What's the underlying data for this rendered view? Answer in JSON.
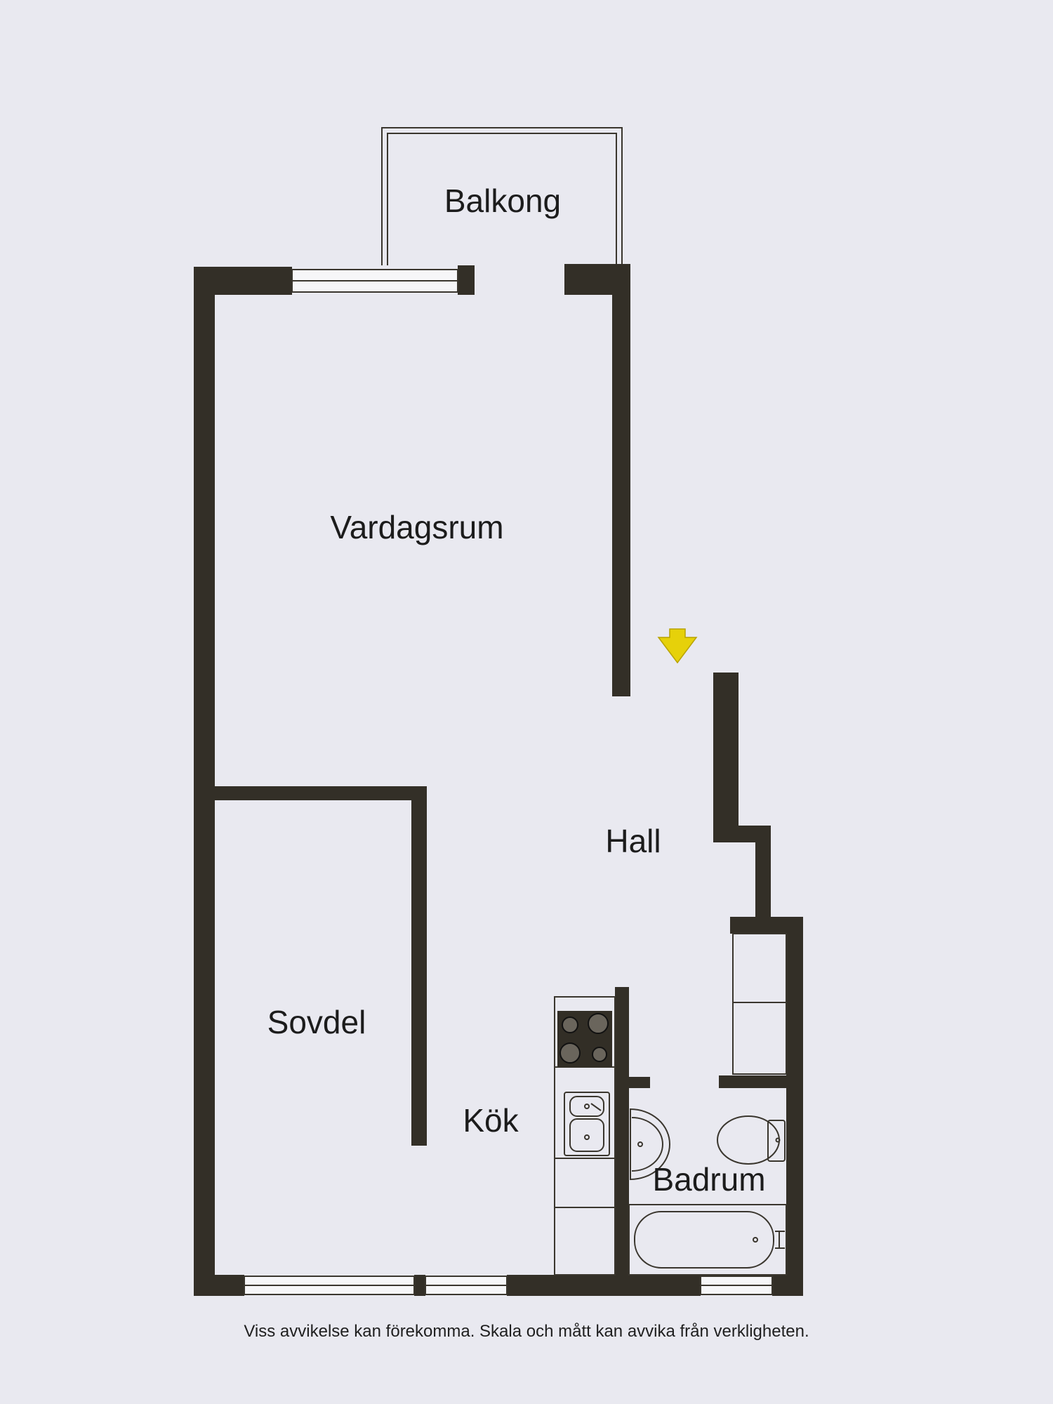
{
  "rooms": {
    "balkong": "Balkong",
    "vardagsrum": "Vardagsrum",
    "hall": "Hall",
    "sovdel": "Sovdel",
    "kok": "Kök",
    "badrum": "Badrum"
  },
  "disclaimer": "Viss avvikelse kan förekomma. Skala och mått kan avvika från verkligheten.",
  "colors": {
    "wall": "#332f27",
    "background": "#e9e9f0",
    "entrance_arrow": "#e6d10a"
  },
  "icons": {
    "entrance": "entrance-arrow-icon",
    "stove": "stove-icon",
    "sink": "kitchen-sink-icon",
    "washbasin": "washbasin-icon",
    "toilet": "toilet-icon",
    "bathtub": "bathtub-icon"
  }
}
